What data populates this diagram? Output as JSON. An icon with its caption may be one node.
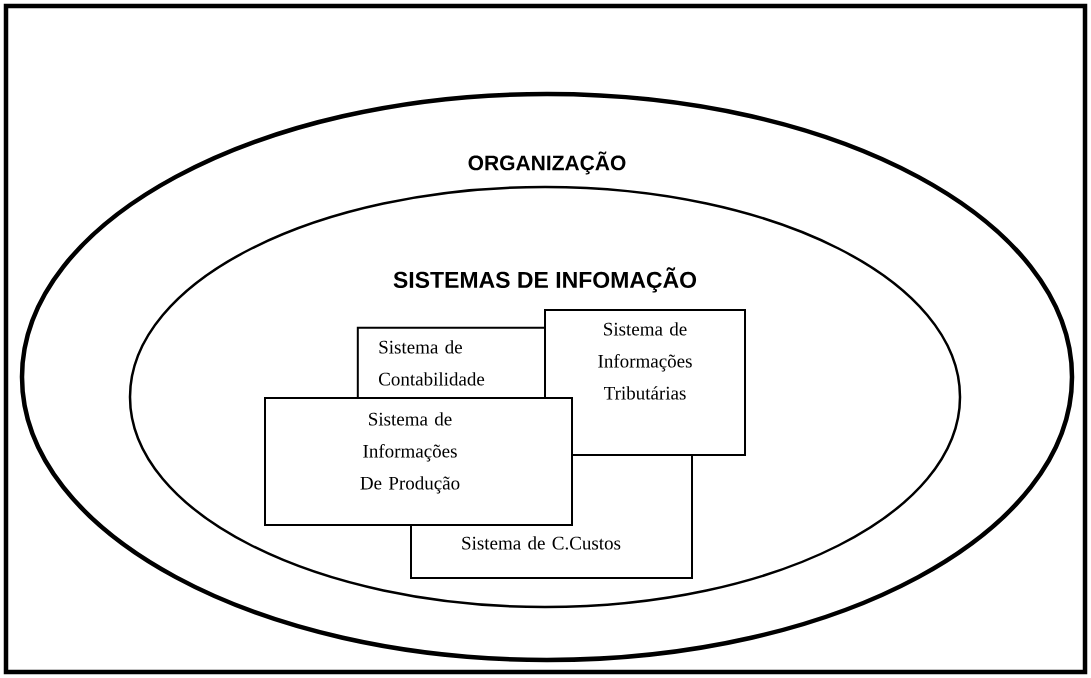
{
  "diagram": {
    "nodes": [
      {
        "text": [
          "ORGANIZAÇÃO"
        ]
      },
      {
        "text": [
          "SISTEMAS DE INFOMAÇÃO"
        ],
        "in": 0
      },
      {
        "text": [
          "Sistema de Contabilidade"
        ],
        "in": 1
      },
      {
        "text": [
          "Sistema de Informações Tributárias"
        ],
        "in": 1
      },
      {
        "text": [
          "Sistema de Informações De Produção"
        ],
        "in": 1
      },
      {
        "text": [
          "Sistema de C.Custos"
        ],
        "in": 1
      }
    ]
  }
}
